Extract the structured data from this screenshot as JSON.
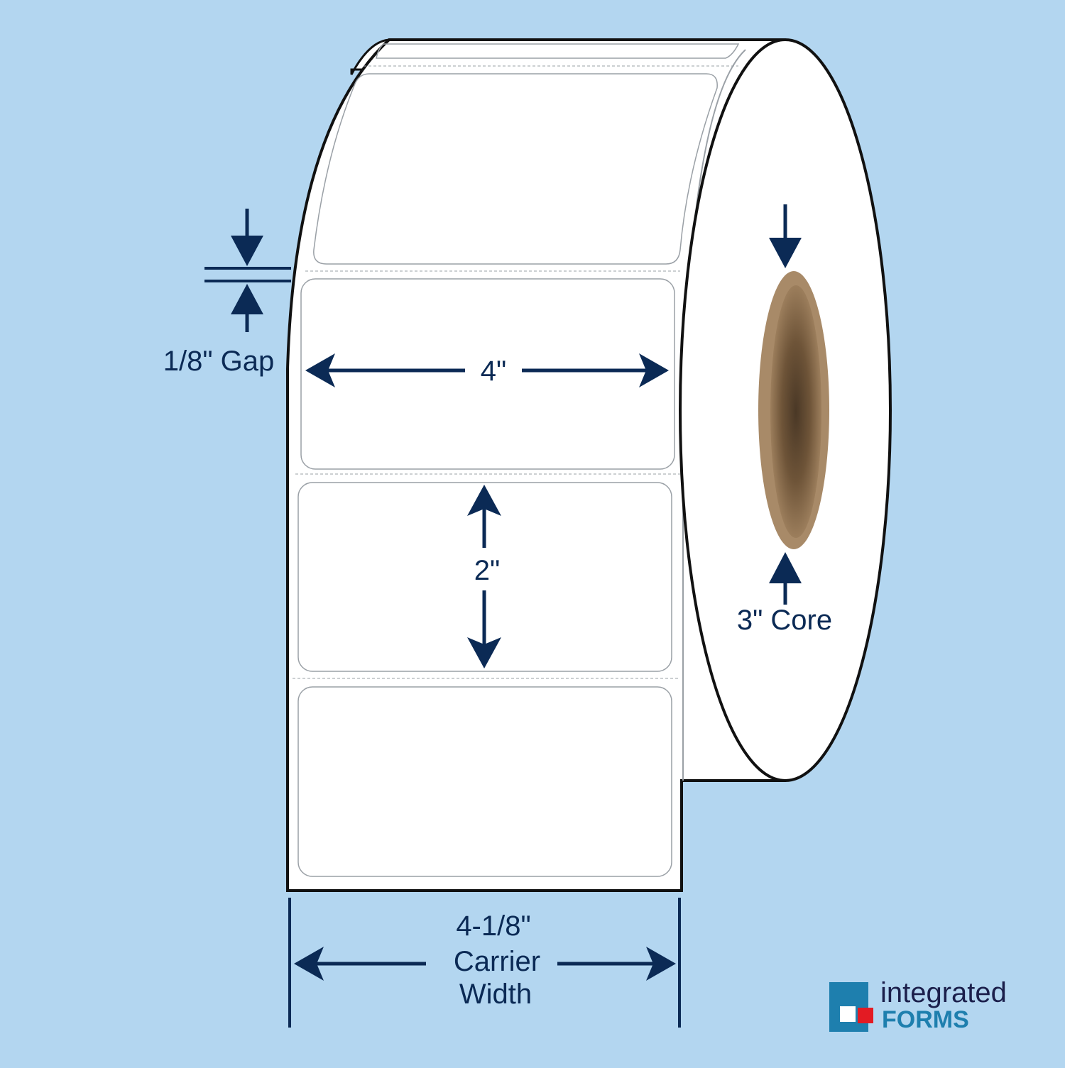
{
  "colors": {
    "background": "#b3d6f0",
    "outline": "#111111",
    "dimension": "#0b2a55",
    "label_stroke": "#9aa0a6",
    "core_outer": "#a88a68",
    "core_inner": "#4a3826",
    "logo_square": "#1e7fae",
    "logo_accent": "#e31b23",
    "logo_text": "#1b1f4b",
    "logo_subtext": "#1e7fae"
  },
  "dimensions": {
    "gap": "1/8\" Gap",
    "label_width": "4\"",
    "label_height": "2\"",
    "core": "3\" Core",
    "carrier_line1": "4-1/8\"",
    "carrier_line2": "Carrier",
    "carrier_line3": "Width"
  },
  "logo": {
    "line1": "integrated",
    "line2": "FORMS"
  },
  "icons": {
    "logo_mark": "square-logo-icon"
  }
}
